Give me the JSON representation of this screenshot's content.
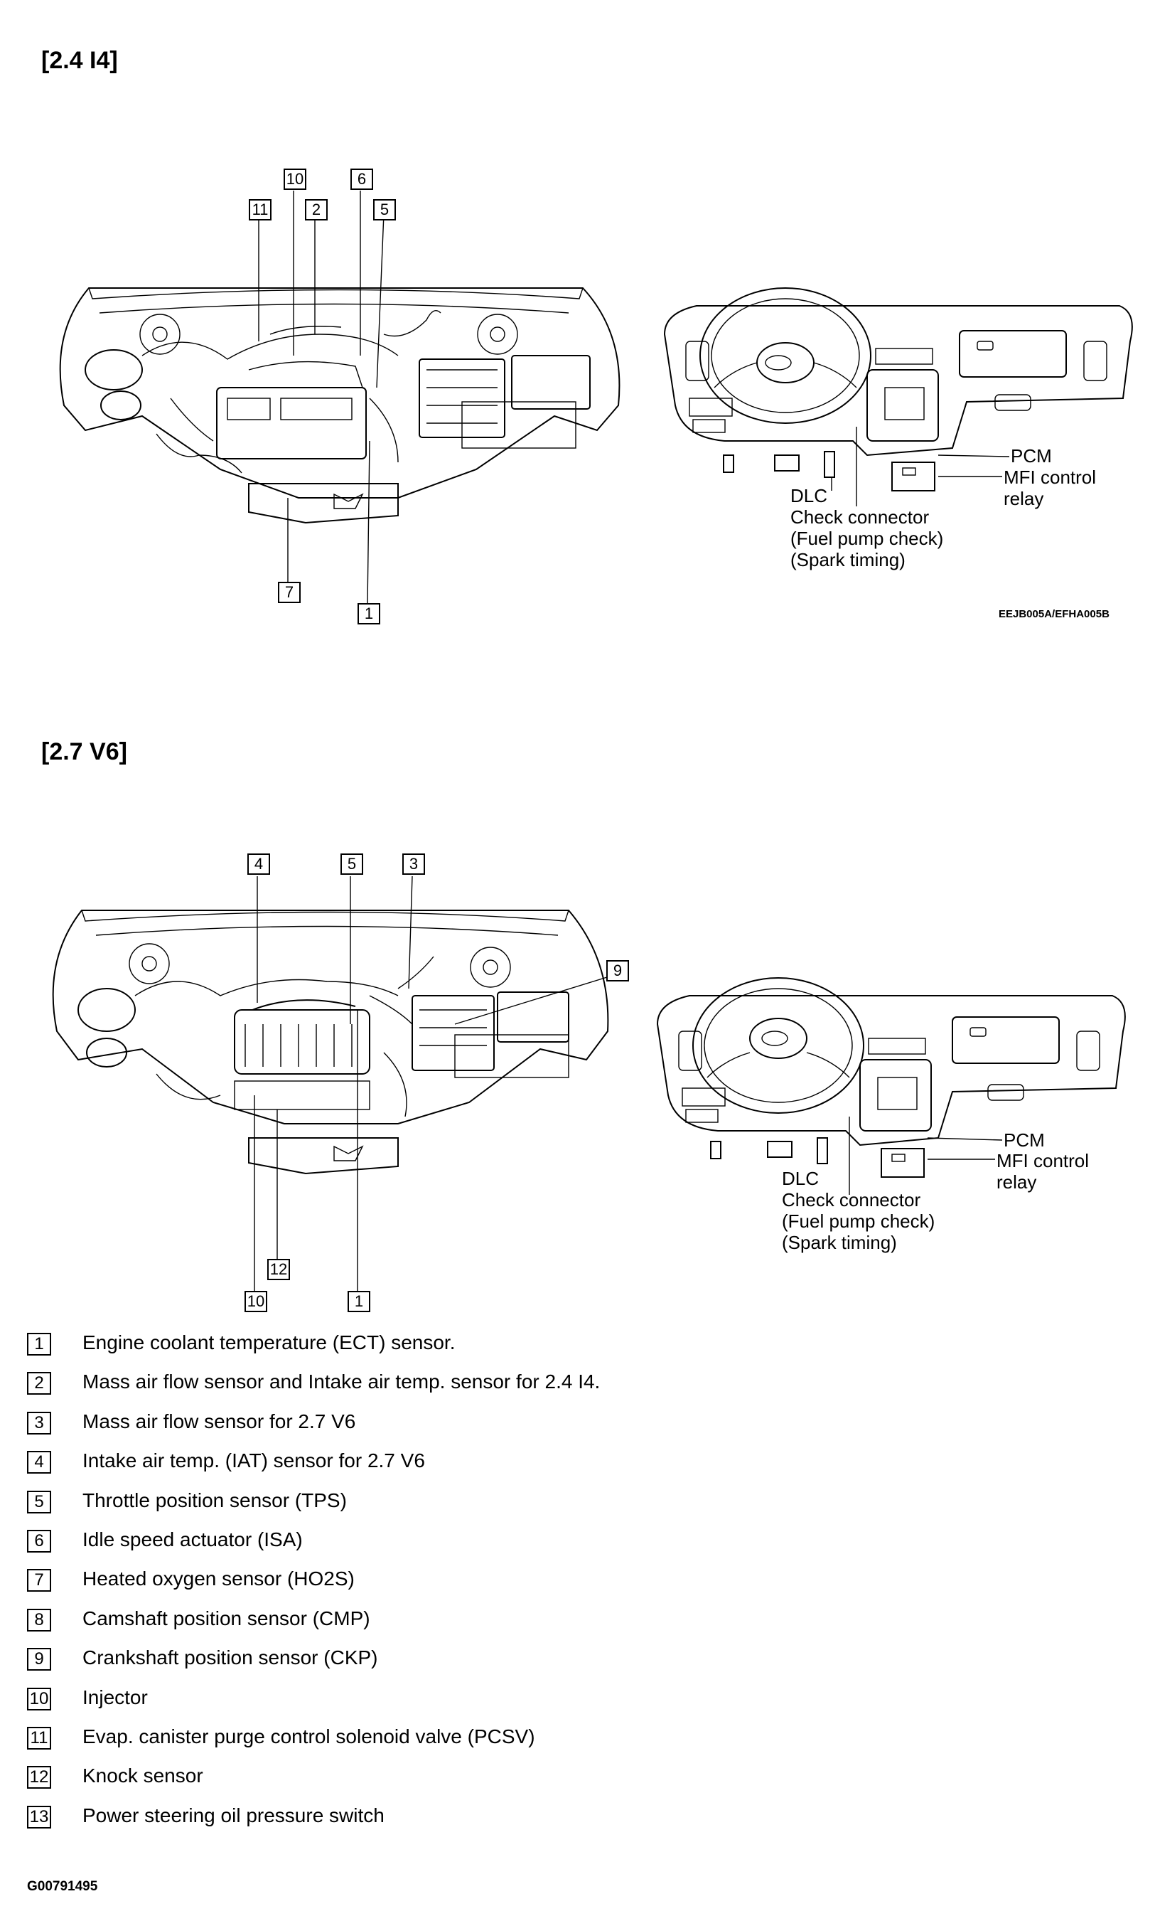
{
  "sections": [
    {
      "title": "[2.4  I4]",
      "engine_callouts": [
        "10",
        "6",
        "11",
        "2",
        "5",
        "7",
        "1"
      ],
      "dash_labels": {
        "pcm": "PCM",
        "mfi": "MFI control",
        "relay": "relay",
        "dlc": "DLC",
        "check_connector": "Check connector",
        "fuel_pump": "(Fuel pump check)",
        "spark": "(Spark timing)"
      },
      "figure_code": "EEJB005A/EFHA005B"
    },
    {
      "title": "[2.7  V6]",
      "engine_callouts": [
        "4",
        "5",
        "3",
        "9",
        "12",
        "10",
        "1"
      ],
      "dash_labels": {
        "pcm": "PCM",
        "mfi": "MFI control",
        "relay": "relay",
        "dlc": "DLC",
        "check_connector": "Check connector",
        "fuel_pump": "(Fuel pump check)",
        "spark": "(Spark timing)"
      }
    }
  ],
  "legend": [
    {
      "num": "1",
      "text": "Engine coolant temperature (ECT) sensor."
    },
    {
      "num": "2",
      "text": "Mass air flow sensor and Intake air temp. sensor for 2.4 I4."
    },
    {
      "num": "3",
      "text": "Mass air flow sensor for 2.7 V6"
    },
    {
      "num": "4",
      "text": "Intake air temp. (IAT) sensor for 2.7 V6"
    },
    {
      "num": "5",
      "text": "Throttle position sensor (TPS)"
    },
    {
      "num": "6",
      "text": "Idle speed actuator (ISA)"
    },
    {
      "num": "7",
      "text": "Heated oxygen sensor (HO2S)"
    },
    {
      "num": "8",
      "text": "Camshaft position sensor (CMP)"
    },
    {
      "num": "9",
      "text": "Crankshaft position sensor (CKP)"
    },
    {
      "num": "10",
      "text": "Injector"
    },
    {
      "num": "11",
      "text": "Evap. canister purge control solenoid valve (PCSV)"
    },
    {
      "num": "12",
      "text": "Knock sensor"
    },
    {
      "num": "13",
      "text": "Power steering oil pressure switch"
    }
  ],
  "footer_code": "G00791495"
}
